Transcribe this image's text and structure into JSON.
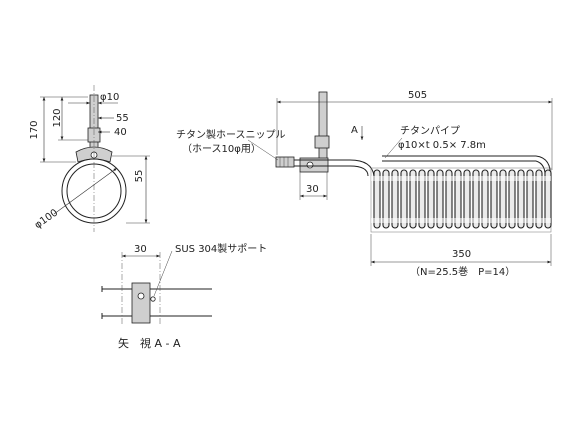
{
  "front_view": {
    "dim_170": "170",
    "dim_120": "120",
    "dim_phi10": "φ10",
    "dim_55_top": "55",
    "dim_40": "40",
    "dim_55_side": "55",
    "dim_phi100": "φ100"
  },
  "side_view": {
    "label_nipple": "チタン製ホースニップル",
    "label_nipple_sub": "（ホース10φ用）",
    "label_A": "A",
    "label_pipe": "チタンパイプ",
    "label_pipe_spec": "φ10×t 0.5× 7.8m",
    "dim_505": "505",
    "dim_30": "30",
    "dim_350": "350",
    "label_turns": "（N=25.5巻　P=14）"
  },
  "view_aa": {
    "dim_30": "30",
    "label_support": "SUS 304製サポート",
    "caption": "矢　視 A - A"
  }
}
